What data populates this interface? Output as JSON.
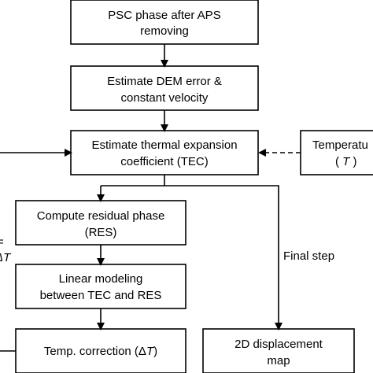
{
  "diagram": {
    "nodes": {
      "psc": {
        "line1": "PSC phase after APS",
        "line2": "removing"
      },
      "dem": {
        "line1": "Estimate DEM error &",
        "line2": "constant velocity"
      },
      "tec": {
        "line1": "Estimate thermal expansion",
        "line2": "coefficient (TEC)"
      },
      "temp": {
        "line1": "Temperatu",
        "line2a": "(",
        "line2b": "T",
        "line2c": ")"
      },
      "res": {
        "line1": "Compute residual phase",
        "line2": "(RES)"
      },
      "lin": {
        "line1": "Linear modeling",
        "line2": "between TEC and RES"
      },
      "corr": {
        "text_a": "Temp. correction (Δ",
        "text_b": "T",
        "text_c": ")"
      },
      "disp": {
        "line1": "2D displacement",
        "line2": "map"
      }
    },
    "edge_labels": {
      "final_step": "Final step",
      "left_partial_1": "=",
      "left_partial_2": "ΔT"
    }
  }
}
